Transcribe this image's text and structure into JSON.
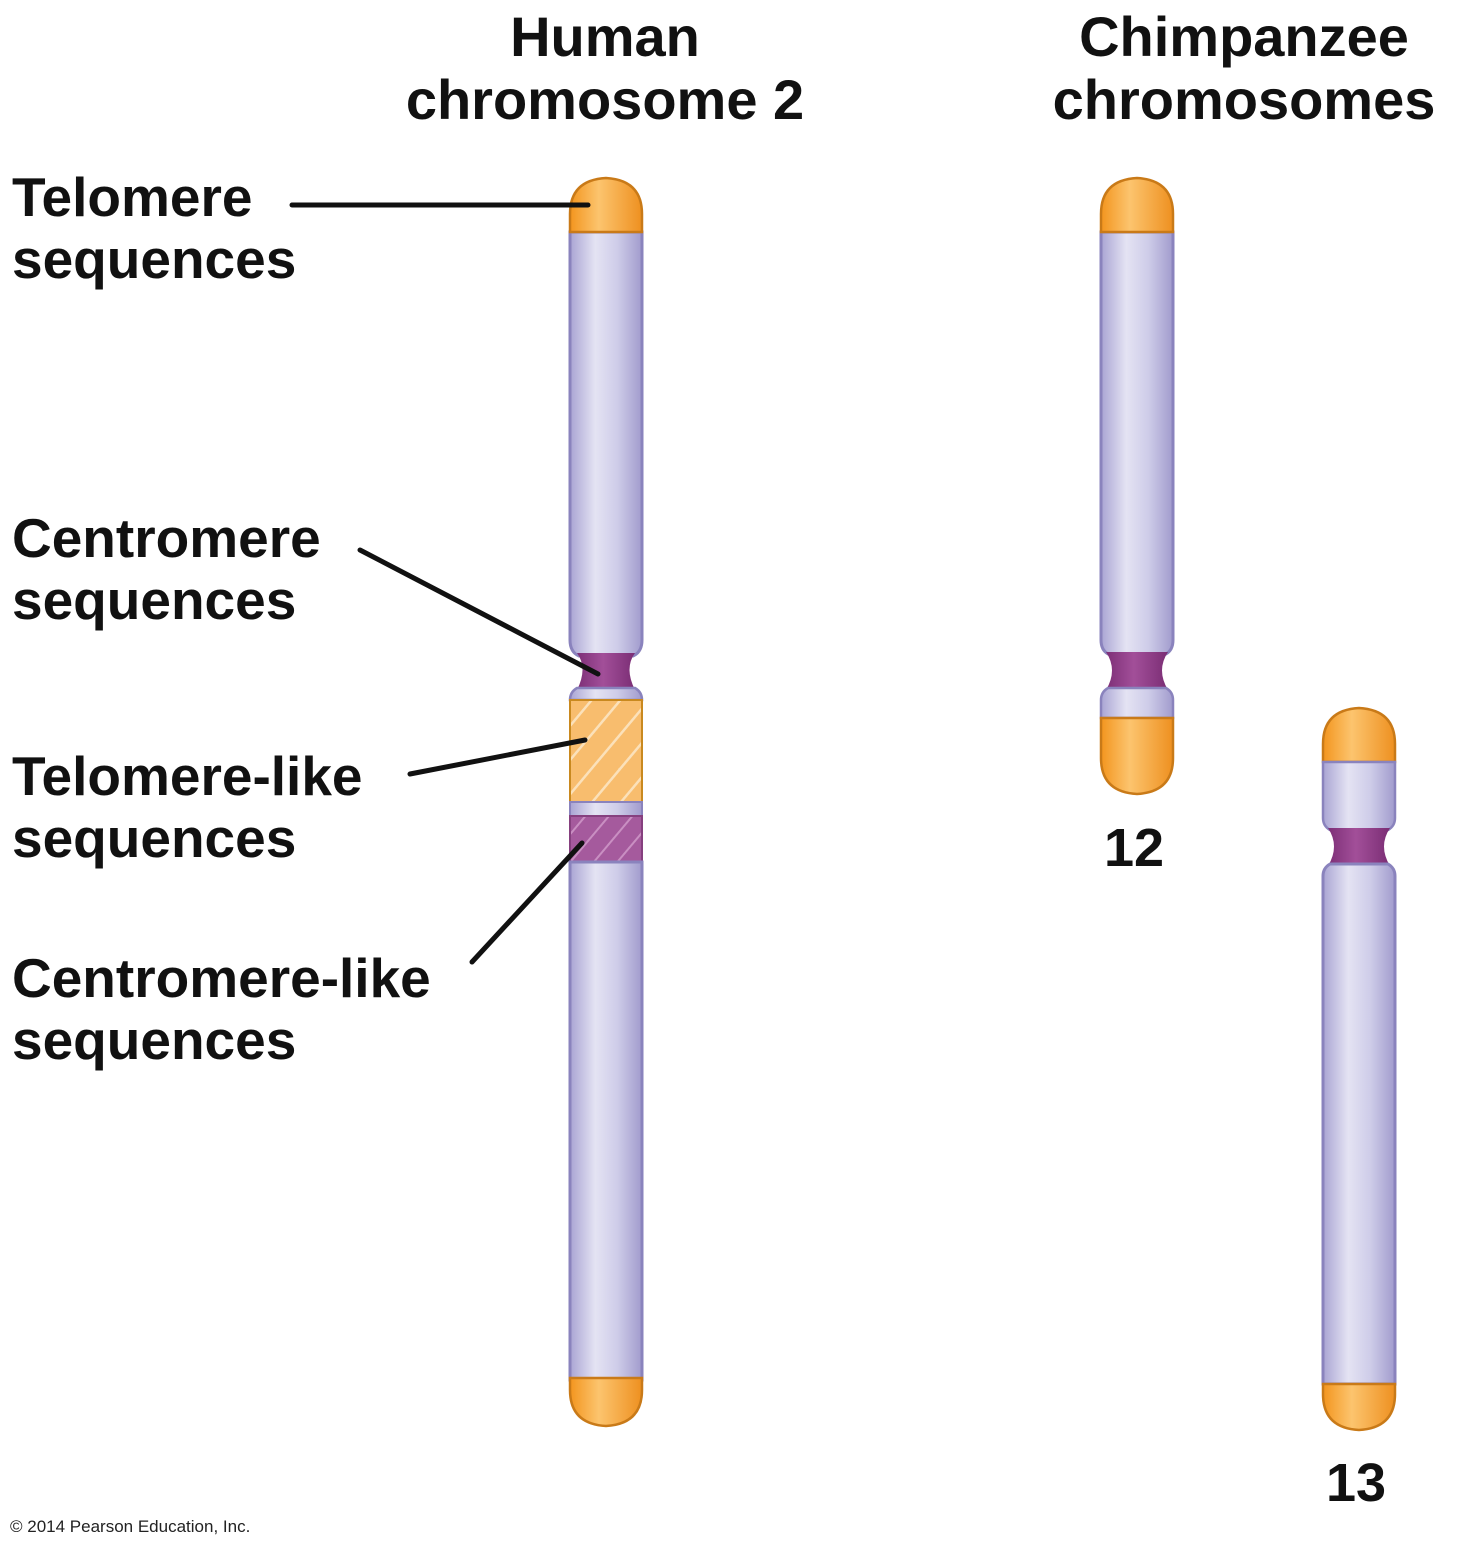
{
  "titles": {
    "human": [
      "Human",
      "chromosome 2"
    ],
    "chimp": [
      "Chimpanzee",
      "chromosomes"
    ]
  },
  "labels": {
    "telomere": [
      "Telomere",
      "sequences"
    ],
    "centromere": [
      "Centromere",
      "sequences"
    ],
    "telomere_like": [
      "Telomere-like",
      "sequences"
    ],
    "centromere_like": [
      "Centromere-like",
      "sequences"
    ]
  },
  "chimp_numbers": {
    "c12": "12",
    "c13": "13"
  },
  "copyright": "© 2014 Pearson Education, Inc.",
  "colors": {
    "arm": "#c9c8e6",
    "arm_edge": "#8f88c0",
    "telomere": "#f7a637",
    "centromere": "#8e3b86",
    "telomere_like": "#f9c27a",
    "centromere_like": "#a4569c"
  }
}
